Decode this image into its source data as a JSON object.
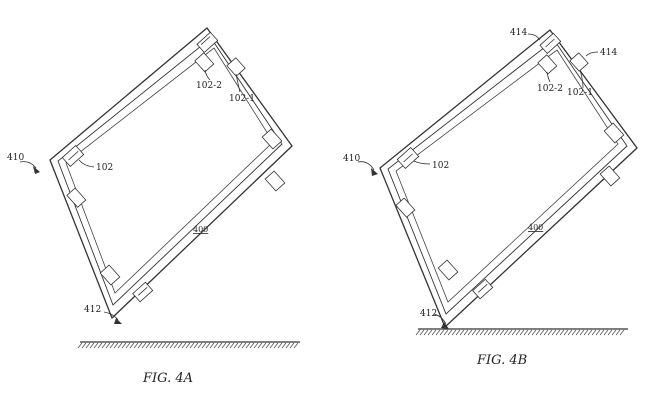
{
  "figures": [
    {
      "caption": "FIG. 4A",
      "center_label": "400",
      "labels": {
        "ref_410": "410",
        "ref_412": "412",
        "ref_102": "102",
        "ref_102_1": "102-1",
        "ref_102_2": "102-2"
      }
    },
    {
      "caption": "FIG. 4B",
      "center_label": "400",
      "labels": {
        "ref_410": "410",
        "ref_412": "412",
        "ref_102": "102",
        "ref_102_1": "102-1",
        "ref_102_2": "102-2",
        "ref_414_left": "414",
        "ref_414_right": "414"
      }
    }
  ],
  "colors": {
    "line": "#333333",
    "background": "#ffffff"
  }
}
